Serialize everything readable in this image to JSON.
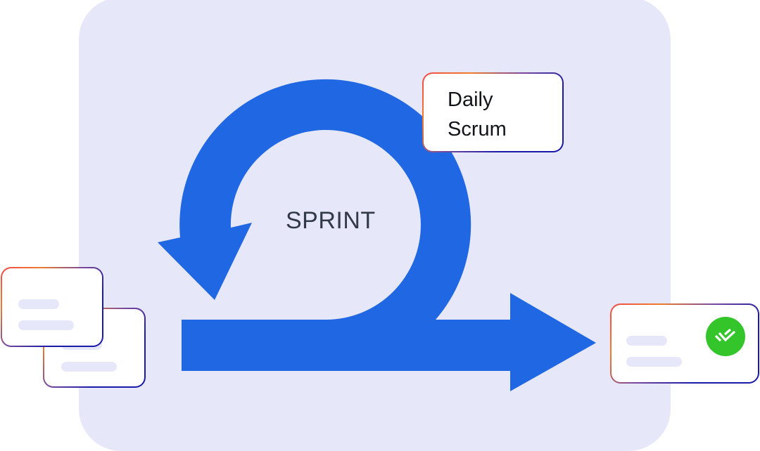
{
  "diagram": {
    "center_label": "SPRINT",
    "callout": {
      "label": "Daily\nScrum"
    },
    "colors": {
      "arrow": "#2068E3",
      "panel_background": "#E7E7FA",
      "card_border_start": "#F2474A",
      "card_border_end": "#1A1AA8",
      "check_badge": "#33C52A",
      "placeholder_bar": "#E7E7FA",
      "sprint_text": "#323A48"
    },
    "input_cards": [
      {
        "name": "backlog-card-front",
        "bars": 2
      },
      {
        "name": "backlog-card-back",
        "bars": 2
      }
    ],
    "output_card": {
      "name": "done-card",
      "bars": 2,
      "status_icon": "double-check-icon"
    }
  }
}
